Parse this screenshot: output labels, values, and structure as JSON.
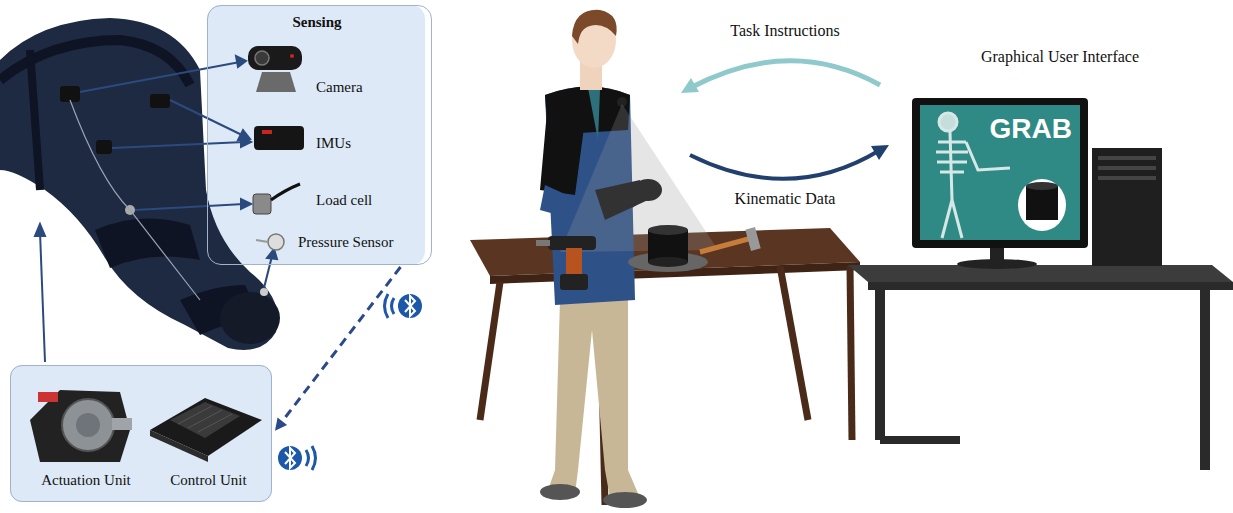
{
  "diagram": {
    "nodes": [
      {
        "text": [
          "Sensing",
          "Camera",
          "IMUs",
          "Load cell",
          "Pressure Sensor"
        ]
      },
      {
        "text": [
          "Actuation Unit",
          "Control Unit"
        ]
      },
      {
        "text": [
          "GRAB"
        ]
      }
    ],
    "edges": [
      {
        "from": 0,
        "to": 1,
        "arrow": "to"
      }
    ],
    "labels": [
      "Task Instructions",
      "Kinematic Data",
      "Graphical User Interface"
    ]
  }
}
